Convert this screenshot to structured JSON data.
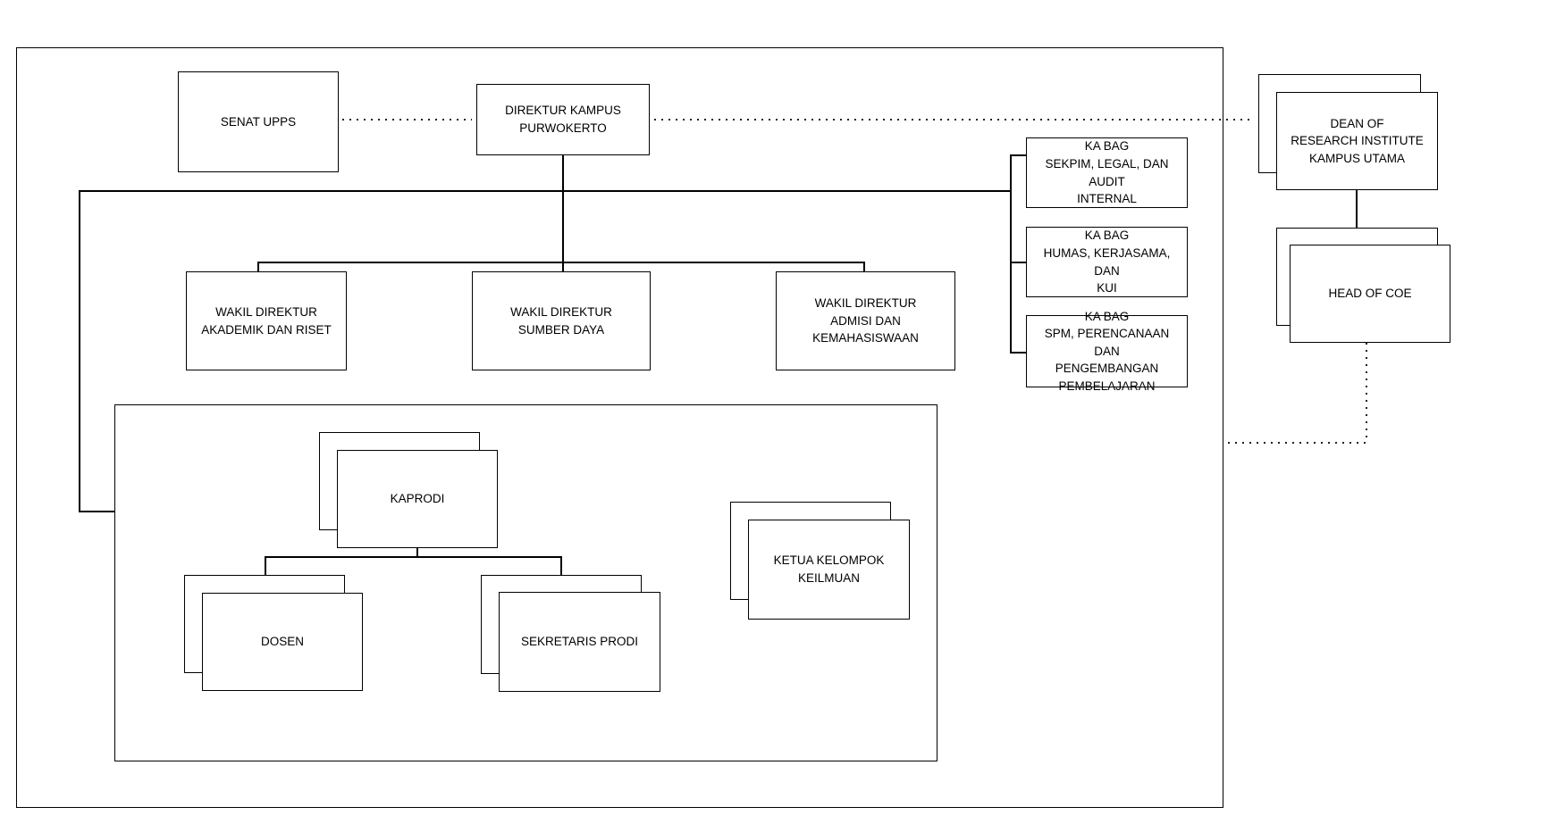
{
  "diagram_title": "",
  "colors": {
    "line": "#000000",
    "dotted_line": "#222222",
    "box_background": "#ffffff",
    "text": "#000000",
    "page_background": "#ffffff"
  },
  "nodes": {
    "senat": {
      "label": "SENAT UPPS"
    },
    "direktur": {
      "label": "DIREKTUR KAMPUS\nPURWOKERTO"
    },
    "wakil_akademik": {
      "label": "WAKIL DIREKTUR\nAKADEMIK DAN RISET"
    },
    "wakil_sumber_daya": {
      "label": "WAKIL DIREKTUR\nSUMBER DAYA"
    },
    "wakil_admisi": {
      "label": "WAKIL DIREKTUR\nADMISI DAN KEMAHASISWAAN"
    },
    "kabag_sekpim": {
      "label": "KA BAG\nSEKPIM, LEGAL, DAN AUDIT\nINTERNAL"
    },
    "kabag_humas": {
      "label": "KA BAG\nHUMAS, KERJASAMA, DAN\nKUI"
    },
    "kabag_spm": {
      "label": "KA BAG\nSPM, PERENCANAAN DAN\nPENGEMBANGAN\nPEMBELAJARAN"
    },
    "kaprodi": {
      "label": "KAPRODI"
    },
    "dosen": {
      "label": "DOSEN"
    },
    "sekretaris_prodi": {
      "label": "SEKRETARIS PRODI"
    },
    "ketua_kelompok": {
      "label": "KETUA KELOMPOK\nKEILMUAN"
    },
    "dean_research": {
      "label": "DEAN OF\nRESEARCH INSTITUTE\nKAMPUS UTAMA"
    },
    "head_coe": {
      "label": "HEAD OF COE"
    }
  },
  "edges": [
    {
      "from": "senat",
      "to": "direktur",
      "style": "dotted"
    },
    {
      "from": "direktur",
      "to": "dean_research",
      "style": "dotted"
    },
    {
      "from": "direktur",
      "to": "wakil_akademik",
      "style": "solid"
    },
    {
      "from": "direktur",
      "to": "wakil_sumber_daya",
      "style": "solid"
    },
    {
      "from": "direktur",
      "to": "wakil_admisi",
      "style": "solid"
    },
    {
      "from": "direktur",
      "to": "kabag_sekpim",
      "style": "solid"
    },
    {
      "from": "direktur",
      "to": "kabag_humas",
      "style": "solid"
    },
    {
      "from": "direktur",
      "to": "kabag_spm",
      "style": "solid"
    },
    {
      "from": "kaprodi",
      "to": "dosen",
      "style": "solid"
    },
    {
      "from": "kaprodi",
      "to": "sekretaris_prodi",
      "style": "solid"
    },
    {
      "from": "dean_research",
      "to": "head_coe",
      "style": "solid"
    },
    {
      "from": "head_coe",
      "to": "program_container",
      "style": "dotted"
    }
  ]
}
